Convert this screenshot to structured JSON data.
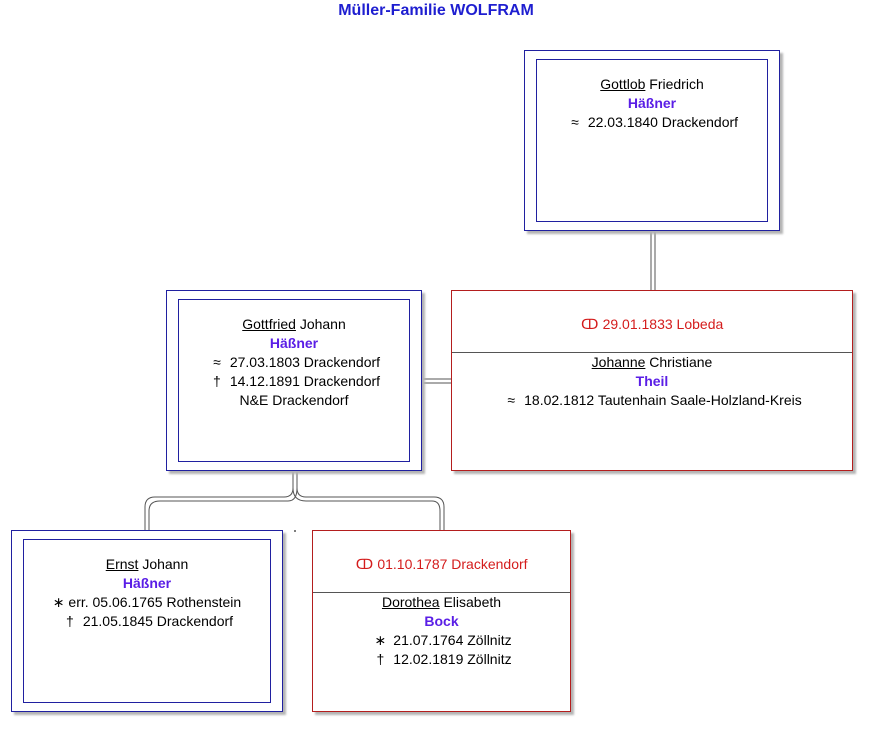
{
  "title": "Müller-Familie WOLFRAM",
  "persons": {
    "gottlob": {
      "given_underlined": "Gottlob",
      "given_rest": "Friedrich",
      "surname": "Häßner",
      "events": [
        {
          "symbol": "≈",
          "text": "22.03.1840 Drackendorf"
        }
      ]
    },
    "gottfried": {
      "given_underlined": "Gottfried",
      "given_rest": "Johann",
      "surname": "Häßner",
      "events": [
        {
          "symbol": "≈",
          "text": "27.03.1803 Drackendorf"
        },
        {
          "symbol": "†",
          "text": "14.12.1891 Drackendorf"
        }
      ],
      "extra": "N&E Drackendorf"
    },
    "johanne": {
      "marriage": "29.01.1833 Lobeda",
      "given_underlined": "Johanne",
      "given_rest": "Christiane",
      "surname": "Theil",
      "events": [
        {
          "symbol": "≈",
          "text": "18.02.1812 Tautenhain Saale-Holzland-Kreis"
        }
      ]
    },
    "ernst": {
      "given_underlined": "Ernst",
      "given_rest": "Johann",
      "surname": "Häßner",
      "events": [
        {
          "symbol": "∗",
          "text": "err. 05.06.1765 Rothenstein"
        },
        {
          "symbol": "†",
          "text": "21.05.1845 Drackendorf"
        }
      ]
    },
    "dorothea": {
      "marriage": "01.10.1787 Drackendorf",
      "given_underlined": "Dorothea",
      "given_rest": "Elisabeth",
      "surname": "Bock",
      "events": [
        {
          "symbol": "∗",
          "text": "21.07.1764 Zöllnitz"
        },
        {
          "symbol": "†",
          "text": "12.02.1819 Zöllnitz"
        }
      ]
    }
  },
  "marriage_symbol": "ↀ",
  "colors": {
    "title": "#1e1ed0",
    "surname": "#5a1ee6",
    "marriage": "#d41c1c",
    "male_border": "#2020a0",
    "female_border": "#b41e1e"
  }
}
